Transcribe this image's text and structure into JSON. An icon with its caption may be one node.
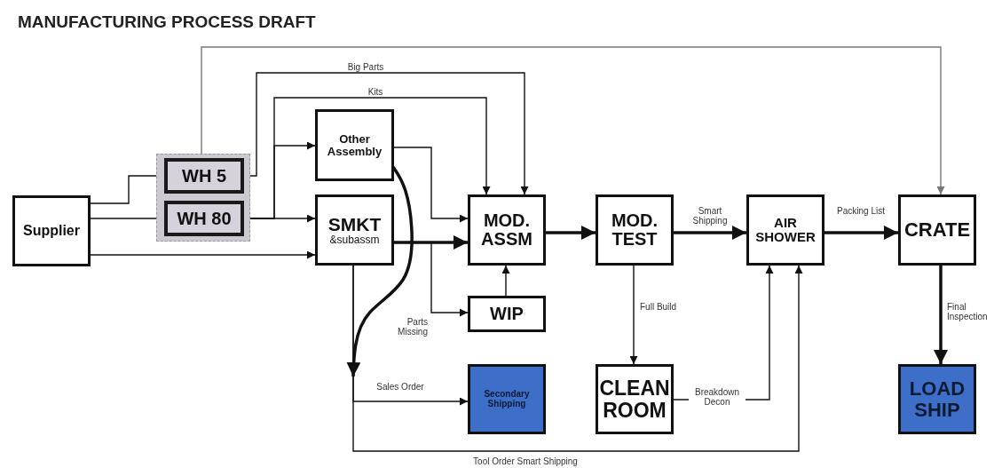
{
  "diagram": {
    "title": "MANUFACTURING PROCESS DRAFT",
    "nodes": [
      {
        "text": [
          "Supplier"
        ]
      },
      {
        "text": [],
        "shape": "box"
      },
      {
        "text": [
          "WH 5"
        ],
        "in": 1
      },
      {
        "text": [
          "WH 80"
        ],
        "in": 1
      },
      {
        "text": [
          "Other Assembly"
        ]
      },
      {
        "text": [
          "SMKT",
          "&subassm"
        ]
      },
      {
        "text": [
          "MOD. ASSM"
        ]
      },
      {
        "text": [
          "WIP"
        ]
      },
      {
        "text": [
          "MOD. TEST"
        ]
      },
      {
        "text": [
          "AIR SHOWER"
        ]
      },
      {
        "text": [
          "CRATE"
        ]
      },
      {
        "text": [
          "Secondary Shipping"
        ]
      },
      {
        "text": [
          "CLEAN ROOM"
        ]
      },
      {
        "text": [
          "LOAD SHIP"
        ]
      }
    ],
    "edges": [
      {
        "from": 0,
        "to": 2,
        "arrow": "to"
      },
      {
        "from": 0,
        "to": 3,
        "arrow": "to"
      },
      {
        "from": 0,
        "to": 5,
        "arrow": "to"
      },
      {
        "from": 1,
        "to": 10,
        "arrow": "to",
        "color": "#777777"
      },
      {
        "from": 2,
        "to": 6,
        "arrow": "to",
        "label": "Big Parts"
      },
      {
        "from": 3,
        "to": 5,
        "arrow": "to"
      },
      {
        "from": 3,
        "to": 6,
        "arrow": "to",
        "label": "Kits"
      },
      {
        "from": 3,
        "to": 4,
        "arrow": "to"
      },
      {
        "from": 4,
        "to": 6,
        "arrow": "to"
      },
      {
        "from": 5,
        "to": 6,
        "arrow": "to",
        "style": "thick"
      },
      {
        "from": 5,
        "to": 7,
        "arrow": "to",
        "label": "Parts Missing"
      },
      {
        "from": 7,
        "to": 6,
        "arrow": "to"
      },
      {
        "from": 6,
        "to": 8,
        "arrow": "to",
        "style": "thick"
      },
      {
        "from": 8,
        "to": 9,
        "arrow": "to",
        "style": "thick",
        "label": "Smart Shipping"
      },
      {
        "from": 9,
        "to": 10,
        "arrow": "to",
        "style": "thick",
        "label": "Packing List"
      },
      {
        "from": 10,
        "to": 13,
        "arrow": "to",
        "style": "thick",
        "label": "Final Inspection"
      },
      {
        "from": 8,
        "to": 12,
        "arrow": "to",
        "label": "Full Build"
      },
      {
        "from": 12,
        "to": 9,
        "arrow": "to",
        "label": "Breakdown Decon"
      },
      {
        "from": 5,
        "to": 11,
        "arrow": "to",
        "label": "Sales Order"
      },
      {
        "from": 5,
        "to": 9,
        "arrow": "to",
        "label": "Tool Order Smart Shipping"
      },
      {
        "from": 4,
        "to": null,
        "arrow": "to",
        "style": "thick"
      }
    ]
  }
}
